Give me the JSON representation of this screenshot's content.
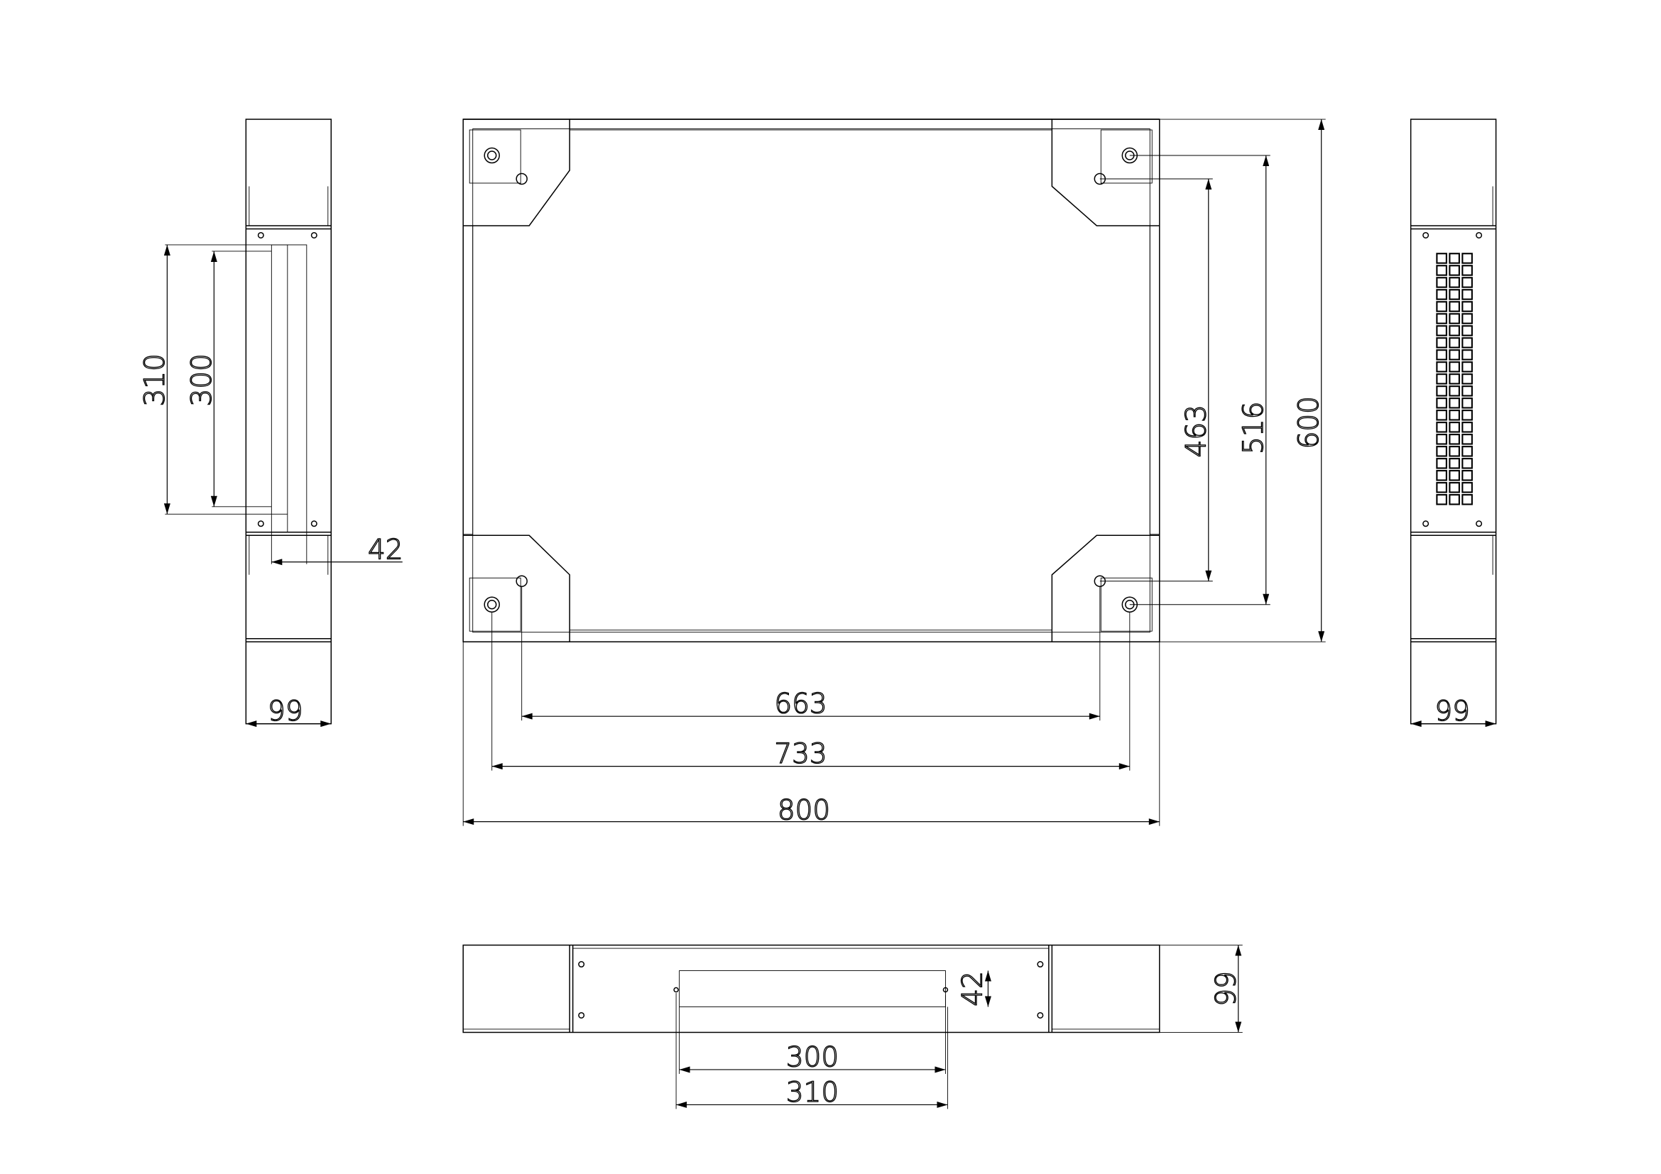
{
  "left_view": {
    "dims": {
      "height_outer": "310",
      "height_inner": "300",
      "depth": "42",
      "width": "99"
    }
  },
  "top_view": {
    "dims": {
      "hole_span_inner": "663",
      "hole_span_outer": "733",
      "width": "800",
      "depth_inner": "463",
      "depth_holes": "516",
      "depth": "600"
    }
  },
  "right_view": {
    "dims": {
      "width": "99"
    },
    "grille": {
      "columns": 3,
      "rows": 21
    }
  },
  "front_view": {
    "dims": {
      "slot_inner": "300",
      "slot_outer": "310",
      "slot_height": "42",
      "height": "99"
    }
  },
  "colors": {
    "line": "#000000",
    "background": "#ffffff"
  }
}
